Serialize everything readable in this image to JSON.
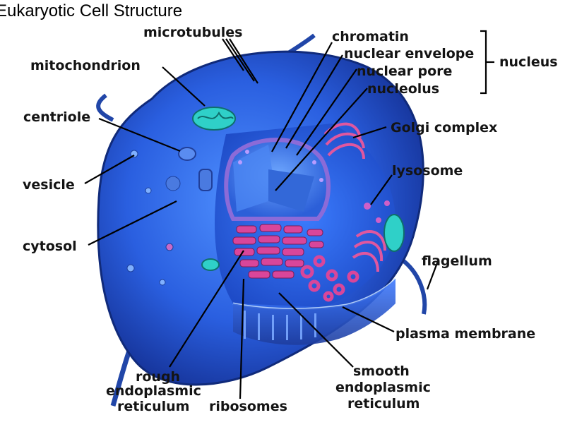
{
  "title": "Eukaryotic Cell Structure",
  "labels": {
    "microtubules": "microtubules",
    "mitochondrion": "mitochondrion",
    "centriole": "centriole",
    "vesicle": "vesicle",
    "cytosol": "cytosol",
    "chromatin": "chromatin",
    "nuclear_envelope": "nuclear envelope",
    "nuclear_pore": "nuclear pore",
    "nucleolus": "nucleolus",
    "nucleus": "nucleus",
    "golgi_complex": "Golgi complex",
    "lysosome": "lysosome",
    "flagellum": "flagellum",
    "plasma_membrane": "plasma membrane",
    "rough_er": [
      "rough",
      "endoplasmic",
      "reticulum"
    ],
    "ribosomes": "ribosomes",
    "smooth_er": [
      "smooth",
      "endoplasmic",
      "reticulum"
    ]
  },
  "colors": {
    "cell_dark": "#1d3fa8",
    "cell_mid": "#2f6cf0",
    "cell_light": "#5aa0ff",
    "er": "#d9469a",
    "mito": "#2fd0c8",
    "label_text": "#141414"
  }
}
